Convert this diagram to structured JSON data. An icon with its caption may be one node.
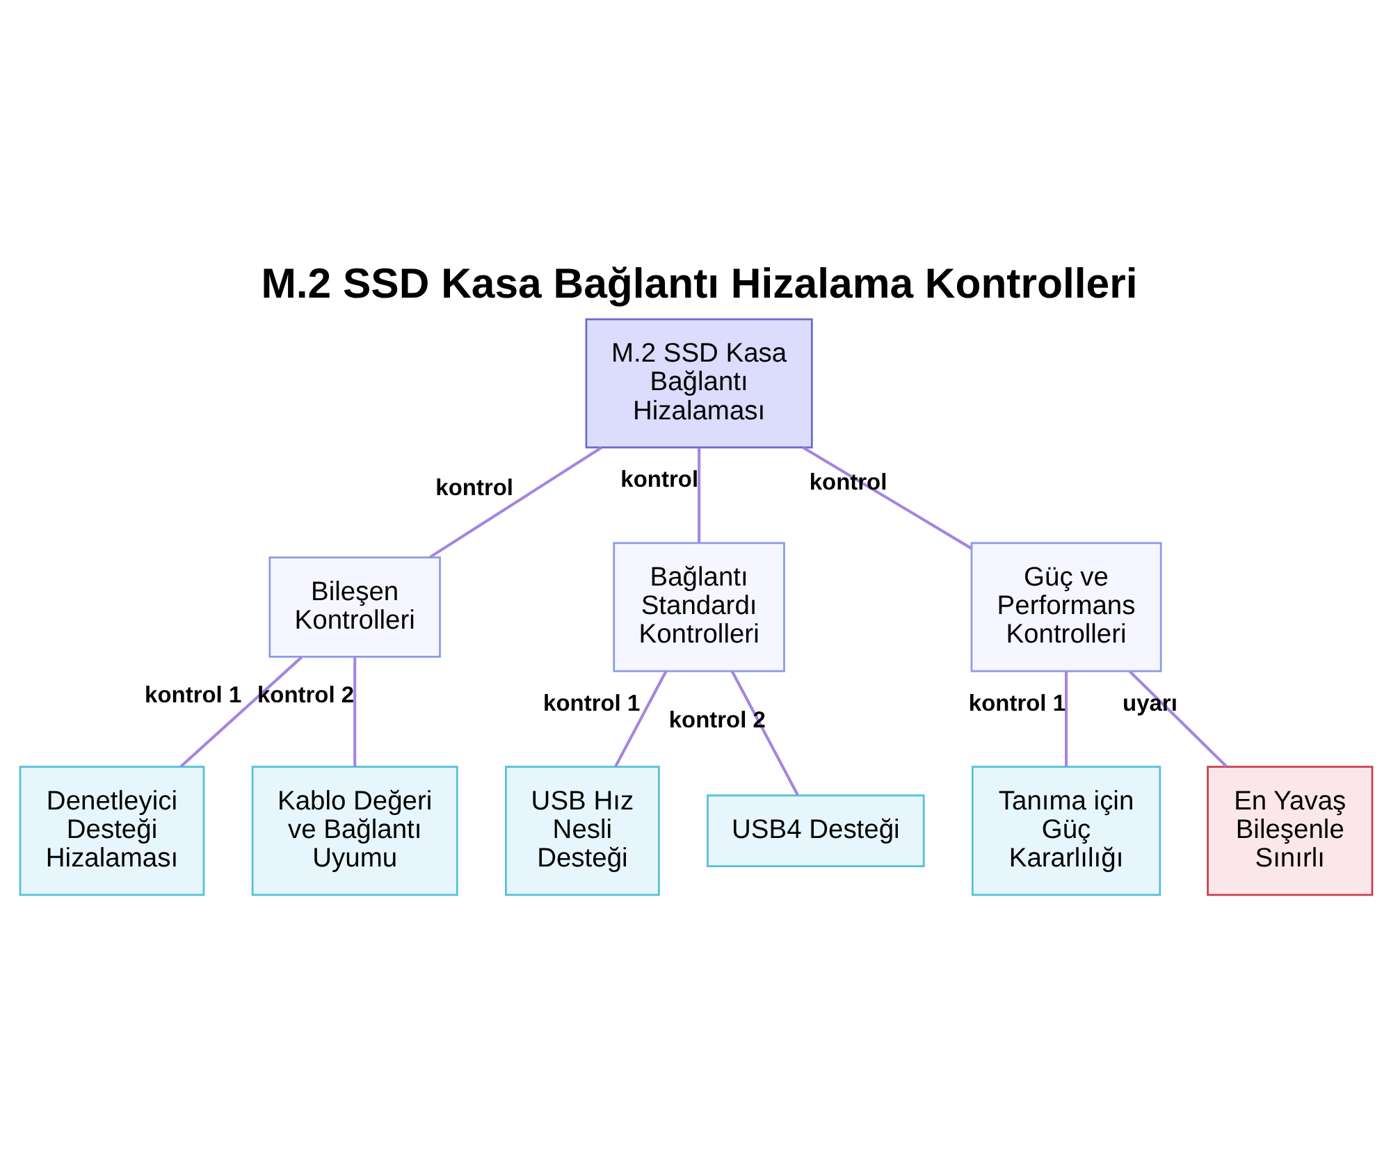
{
  "diagram": {
    "title": "M.2 SSD Kasa Bağlantı Hizalama Kontrolleri",
    "nodes": [
      {
        "text": [
          "M.2 SSD Kasa Bağlantı Hizalaması"
        ]
      },
      {
        "text": [
          "Bileşen Kontrolleri"
        ]
      },
      {
        "text": [
          "Bağlantı Standardı Kontrolleri"
        ]
      },
      {
        "text": [
          "Güç ve Performans Kontrolleri"
        ]
      },
      {
        "text": [
          "Denetleyici Desteği Hizalaması"
        ]
      },
      {
        "text": [
          "Kablo Değeri ve Bağlantı Uyumu"
        ]
      },
      {
        "text": [
          "USB Hız Nesli Desteği"
        ]
      },
      {
        "text": [
          "USB4 Desteği"
        ]
      },
      {
        "text": [
          "Tanıma için Güç Kararlılığı"
        ]
      },
      {
        "text": [
          "En Yavaş Bileşenle Sınırlı"
        ]
      }
    ],
    "edges": [
      {
        "from": 0,
        "to": 1,
        "arrow": "none",
        "label": "kontrol"
      },
      {
        "from": 0,
        "to": 2,
        "arrow": "none",
        "label": "kontrol"
      },
      {
        "from": 0,
        "to": 3,
        "arrow": "none",
        "label": "kontrol"
      },
      {
        "from": 1,
        "to": 4,
        "arrow": "none",
        "label": "kontrol 1"
      },
      {
        "from": 1,
        "to": 5,
        "arrow": "none",
        "label": "kontrol 2"
      },
      {
        "from": 2,
        "to": 6,
        "arrow": "none",
        "label": "kontrol 1"
      },
      {
        "from": 2,
        "to": 7,
        "arrow": "none",
        "label": "kontrol 2"
      },
      {
        "from": 3,
        "to": 8,
        "arrow": "none",
        "label": "kontrol 1"
      },
      {
        "from": 3,
        "to": 9,
        "arrow": "none",
        "label": "uyarı"
      }
    ]
  }
}
